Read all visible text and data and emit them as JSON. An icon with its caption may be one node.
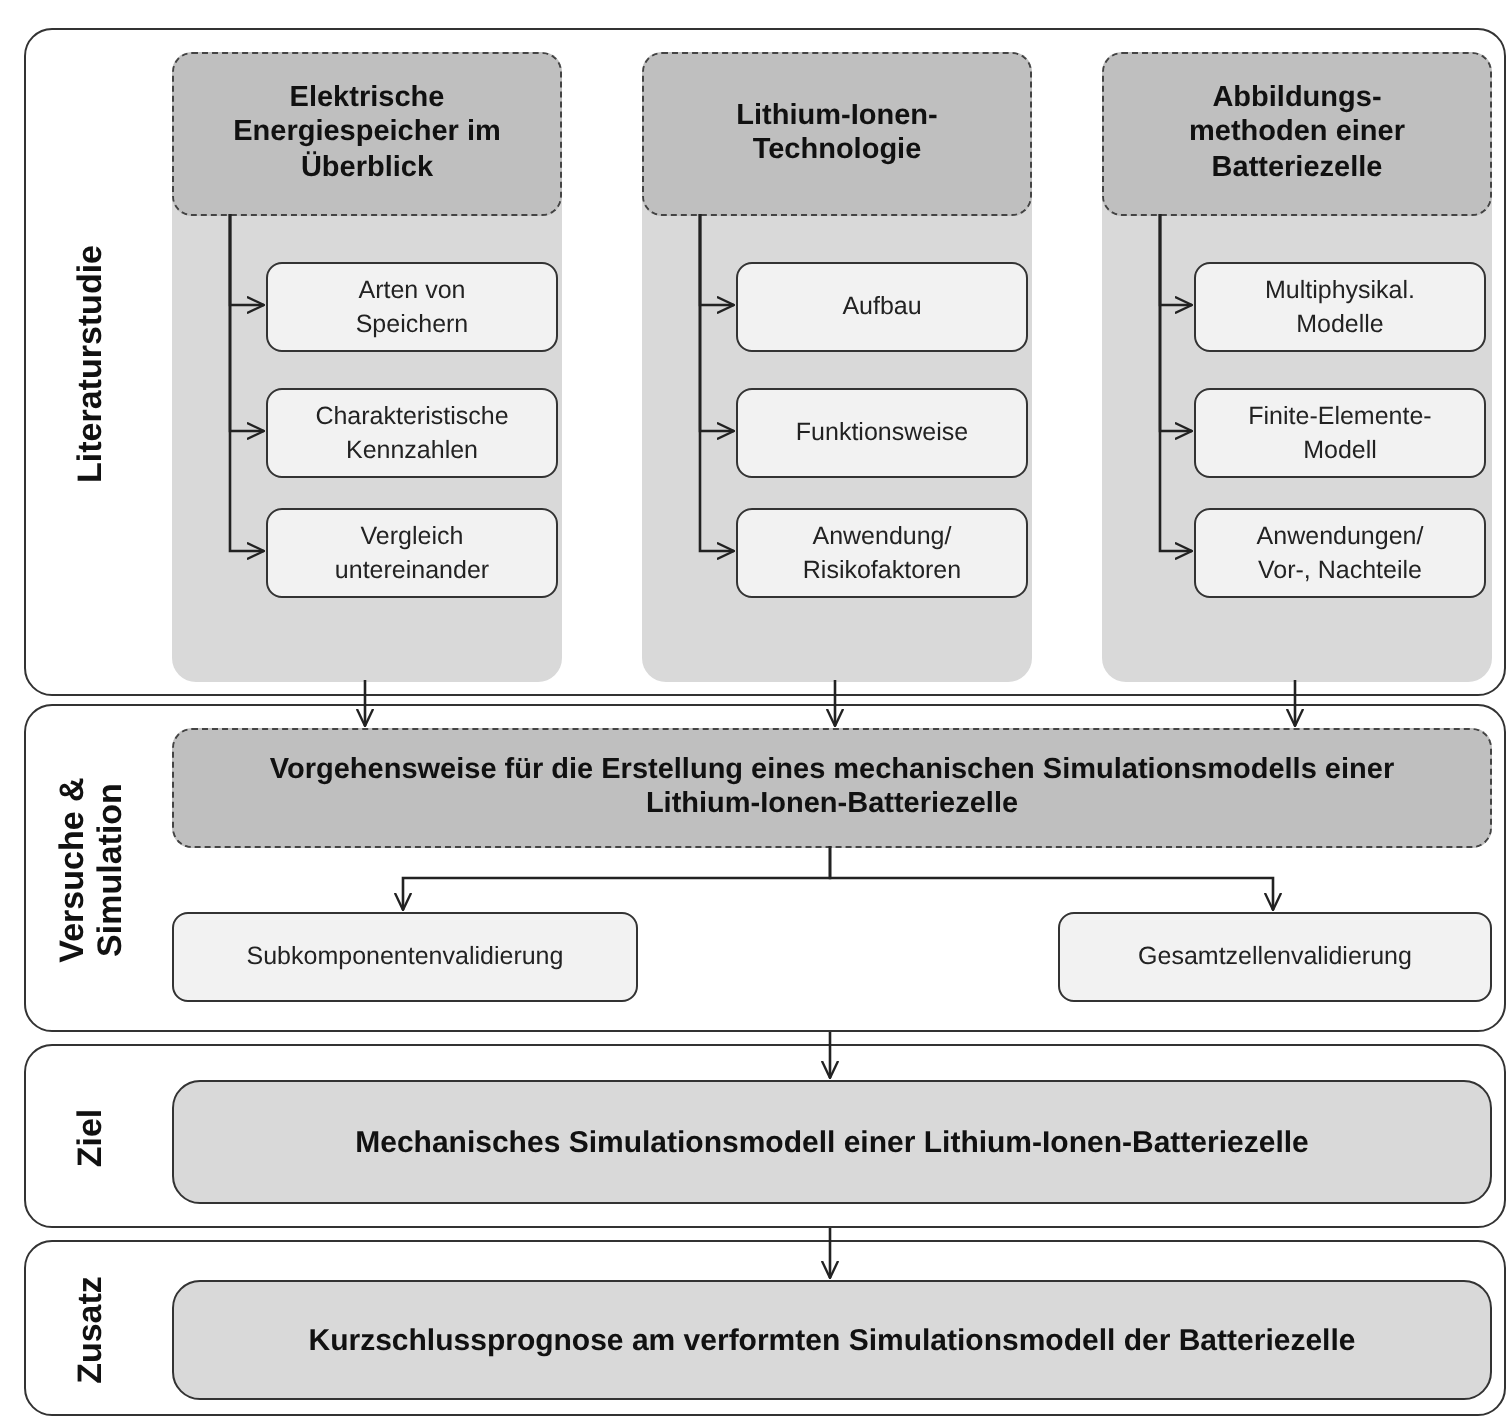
{
  "diagram": {
    "nodes": [
      {
        "text": [
          "Literaturstudie"
        ]
      },
      {
        "text": [],
        "shape": "box",
        "in": 0
      },
      {
        "text": [
          "Elektrische Energiespeicher im Überblick"
        ],
        "in": 1
      },
      {
        "text": [
          "Arten von Speichern"
        ],
        "in": 1
      },
      {
        "text": [
          "Charakteristische Kennzahlen"
        ],
        "in": 1
      },
      {
        "text": [
          "Vergleich untereinander"
        ],
        "in": 1
      },
      {
        "text": [],
        "shape": "box",
        "in": 0
      },
      {
        "text": [
          "Lithium-Ionen- Technologie"
        ],
        "in": 6
      },
      {
        "text": [
          "Aufbau"
        ],
        "in": 6
      },
      {
        "text": [
          "Funktionsweise"
        ],
        "in": 6
      },
      {
        "text": [
          "Anwendung/ Risikofaktoren"
        ],
        "in": 6
      },
      {
        "text": [],
        "shape": "box",
        "in": 0
      },
      {
        "text": [
          "Abbildungs- methoden einer Batteriezelle"
        ],
        "in": 11
      },
      {
        "text": [
          "Multiphysikal. Modelle"
        ],
        "in": 11
      },
      {
        "text": [
          "Finite-Elemente- Modell"
        ],
        "in": 11
      },
      {
        "text": [
          "Anwendungen/ Vor-, Nachteile"
        ],
        "in": 11
      },
      {
        "text": [
          "Versuche & Simulation"
        ]
      },
      {
        "text": [
          "Vorgehensweise für die Erstellung eines mechanischen Simulationsmodells einer Lithium-Ionen-Batteriezelle"
        ],
        "in": 16
      },
      {
        "text": [
          "Subkomponentenvalidierung"
        ],
        "in": 16
      },
      {
        "text": [
          "Gesamtzellenvalidierung"
        ],
        "in": 16
      },
      {
        "text": [
          "Ziel"
        ]
      },
      {
        "text": [
          "Mechanisches Simulationsmodell einer Lithium-Ionen-Batteriezelle"
        ],
        "in": 20
      },
      {
        "text": [
          "Zusatz"
        ]
      },
      {
        "text": [
          "Kurzschlussprognose am verformten Simulationsmodell der Batteriezelle"
        ],
        "in": 22
      }
    ],
    "edges": [
      {
        "from": 2,
        "to": 3,
        "arrow": "to"
      },
      {
        "from": 2,
        "to": 4,
        "arrow": "to"
      },
      {
        "from": 2,
        "to": 5,
        "arrow": "to"
      },
      {
        "from": 7,
        "to": 8,
        "arrow": "to"
      },
      {
        "from": 7,
        "to": 9,
        "arrow": "to"
      },
      {
        "from": 7,
        "to": 10,
        "arrow": "to"
      },
      {
        "from": 12,
        "to": 13,
        "arrow": "to"
      },
      {
        "from": 12,
        "to": 14,
        "arrow": "to"
      },
      {
        "from": 12,
        "to": 15,
        "arrow": "to"
      },
      {
        "from": 1,
        "to": 17,
        "arrow": "to"
      },
      {
        "from": 6,
        "to": 17,
        "arrow": "to"
      },
      {
        "from": 11,
        "to": 17,
        "arrow": "to"
      },
      {
        "from": 17,
        "to": 18,
        "arrow": "to"
      },
      {
        "from": 17,
        "to": 19,
        "arrow": "to"
      },
      {
        "from": 16,
        "to": 21,
        "arrow": "to"
      },
      {
        "from": 20,
        "to": 23,
        "arrow": "to"
      }
    ]
  }
}
